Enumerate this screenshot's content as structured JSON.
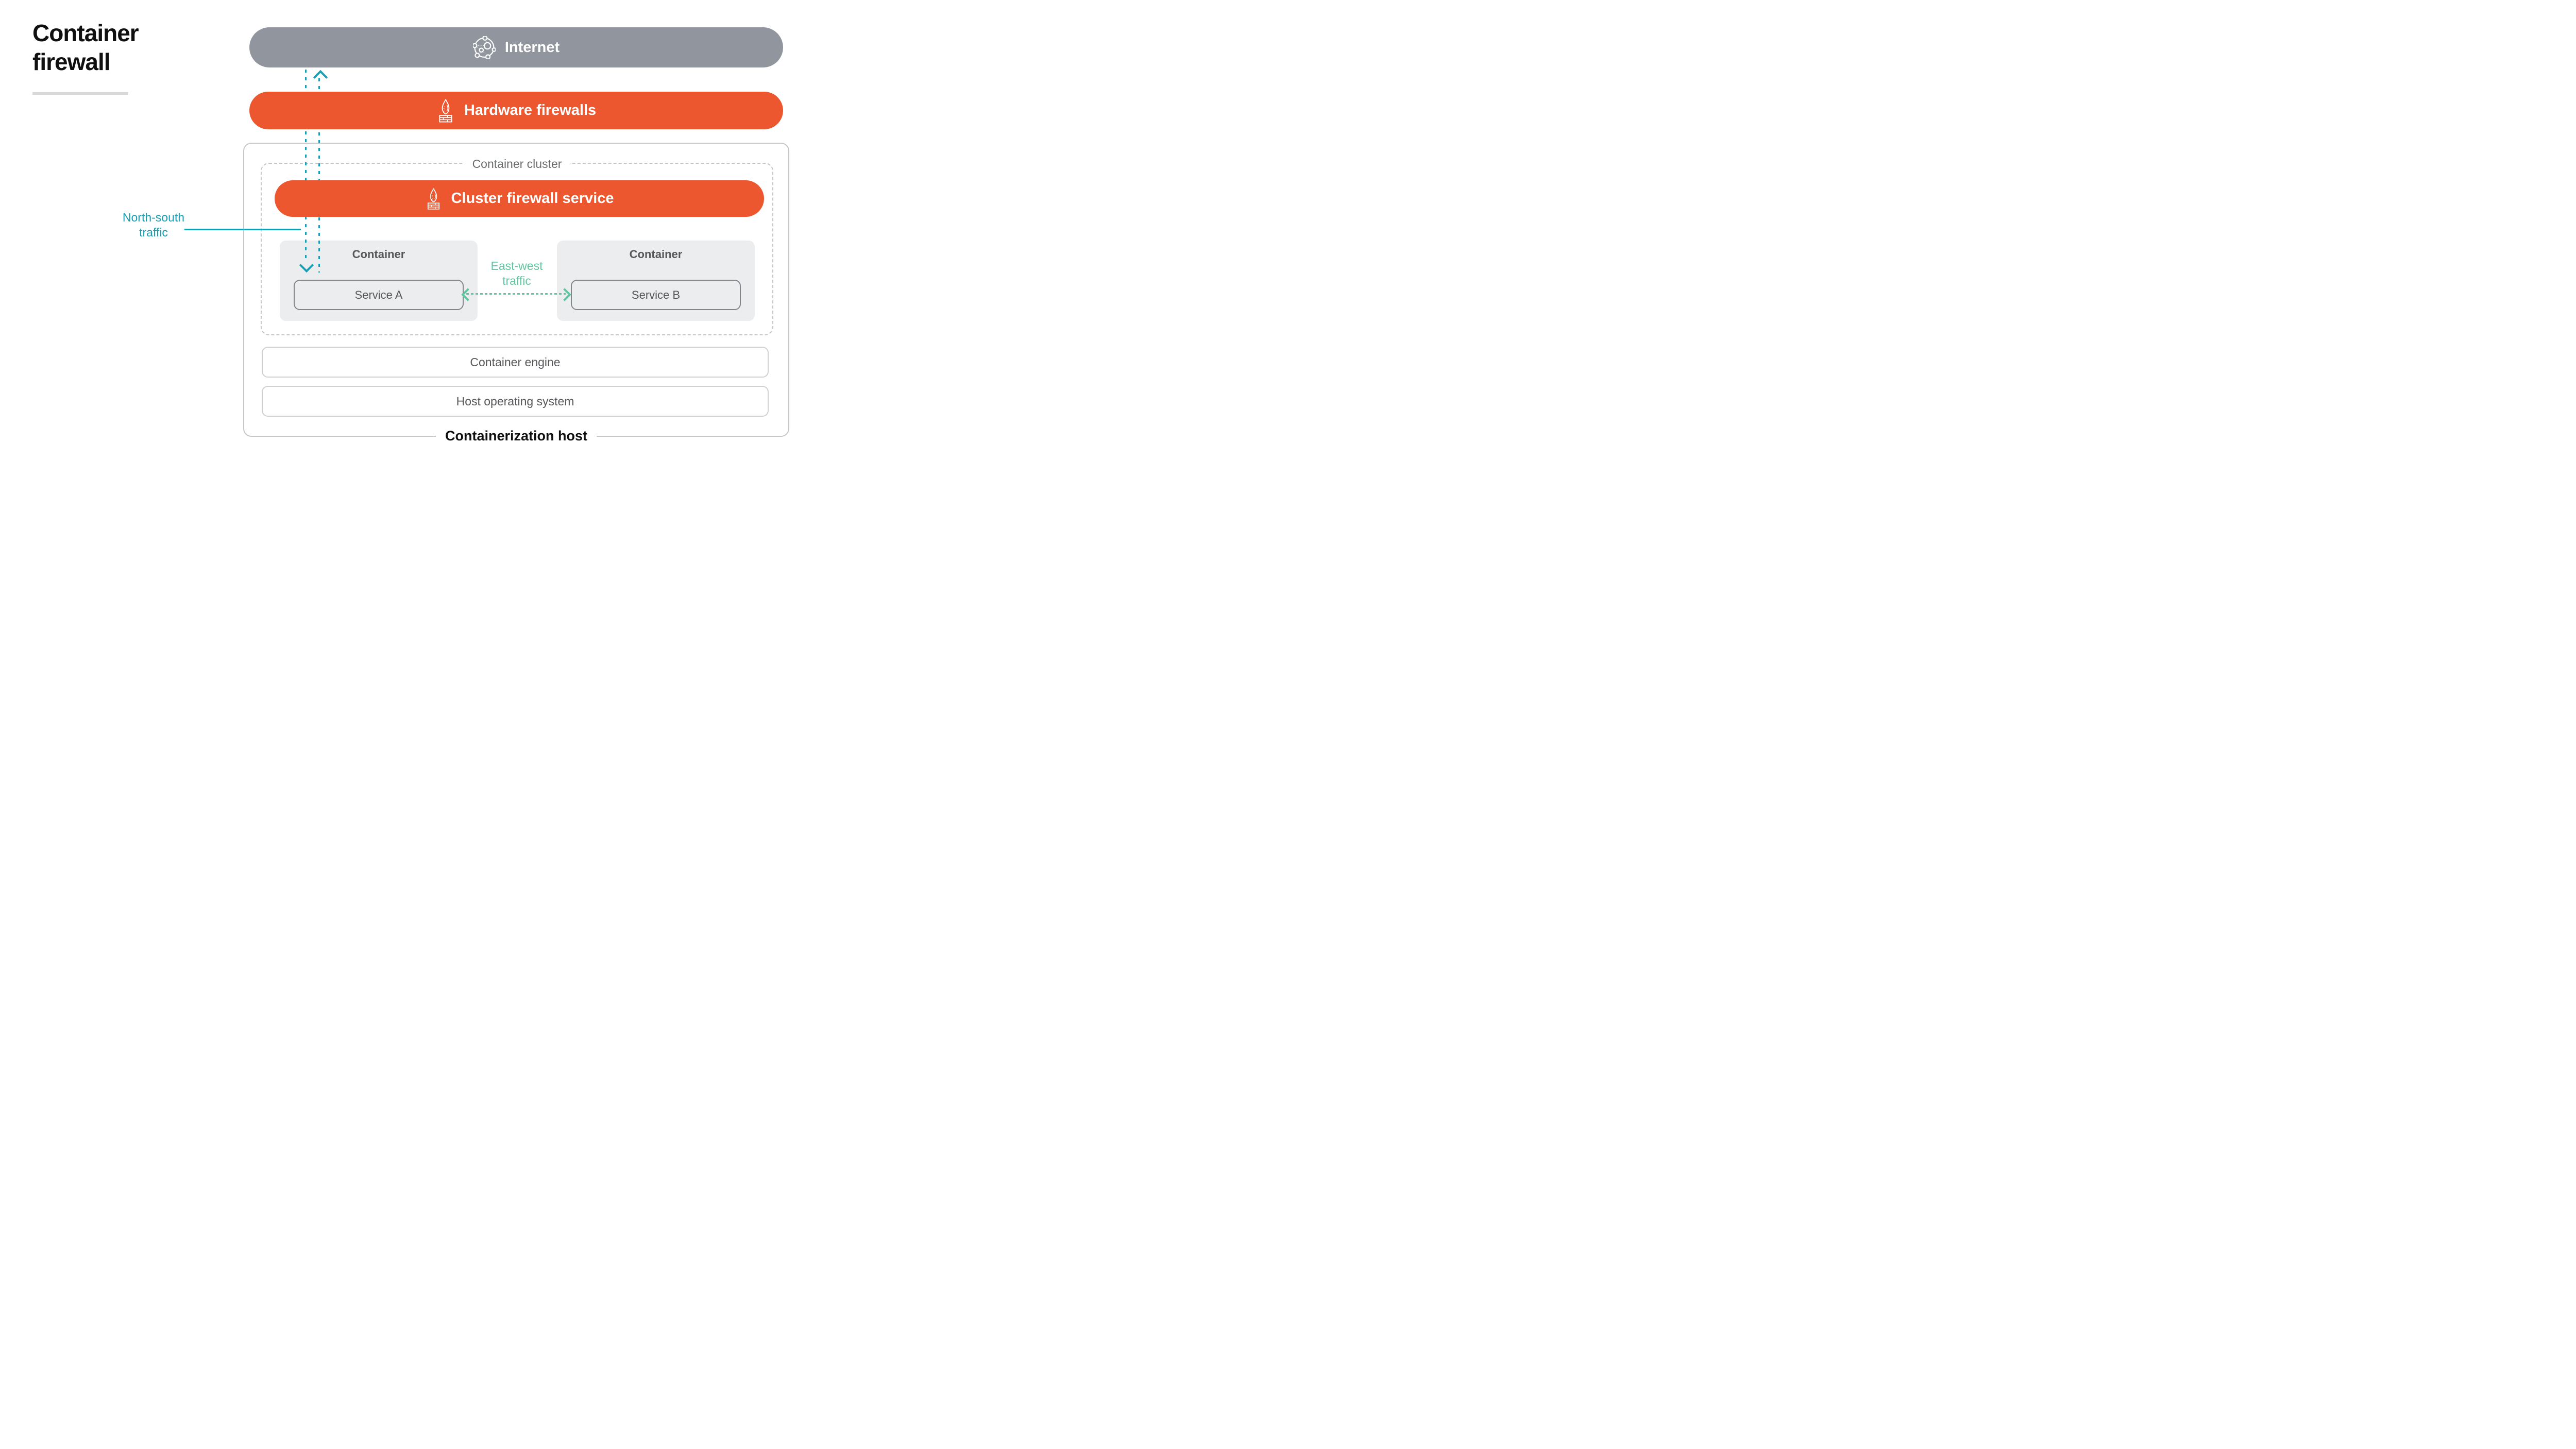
{
  "title": "Container firewall",
  "nodes": {
    "internet": {
      "label": "Internet",
      "icon": "network-globe-icon"
    },
    "hardware_firewalls": {
      "label": "Hardware firewalls",
      "icon": "firewall-flame-brick-icon"
    },
    "container_cluster": {
      "label": "Container cluster"
    },
    "cluster_firewall_service": {
      "label": "Cluster firewall service",
      "icon": "firewall-flame-brick-icon"
    },
    "container_left": {
      "title": "Container",
      "service": "Service A"
    },
    "container_right": {
      "title": "Container",
      "service": "Service B"
    },
    "container_engine": {
      "label": "Container engine"
    },
    "host_os": {
      "label": "Host operating system"
    },
    "containerization_host": {
      "label": "Containerization host"
    }
  },
  "annotations": {
    "north_south": {
      "line1": "North-south",
      "line2": "traffic",
      "color": "#189FB4"
    },
    "east_west": {
      "line1": "East-west",
      "line2": "traffic",
      "color": "#5FC6A0"
    }
  },
  "colors": {
    "accent_orange": "#EC5730",
    "slate_gray": "#91969E",
    "teal": "#189FB4",
    "mint_green": "#5FC6A0",
    "panel_gray": "#ECEDEE",
    "text_dark": "#55575A",
    "border_light": "#C6C7C9"
  }
}
